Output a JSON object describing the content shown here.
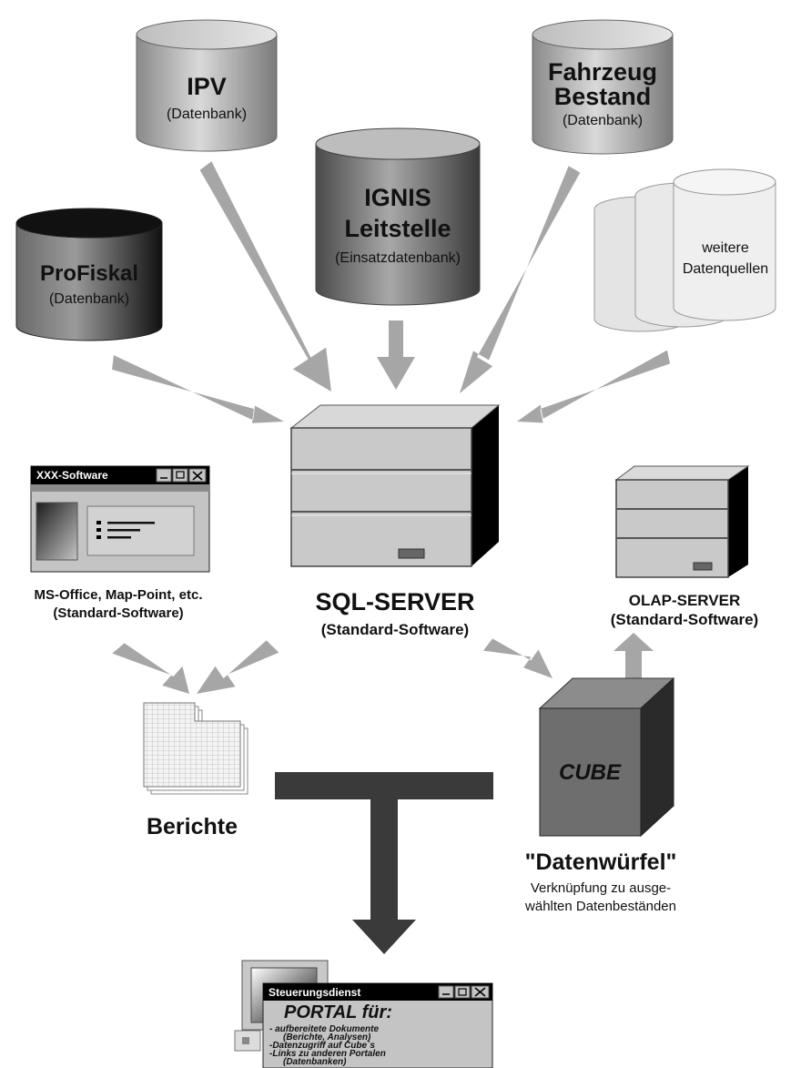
{
  "databases": {
    "ipv": {
      "name": "IPV",
      "type": "(Datenbank)"
    },
    "fahrzeug": {
      "name_line1": "Fahrzeug",
      "name_line2": "Bestand",
      "type": "(Datenbank)"
    },
    "ignis": {
      "name_line1": "IGNIS",
      "name_line2": "Leitstelle",
      "type": "(Einsatzdatenbank)"
    },
    "profiskal": {
      "name": "ProFiskal",
      "type": "(Datenbank)"
    },
    "weitere": {
      "line1": "weitere",
      "line2": "Datenquellen"
    }
  },
  "xxx_window": {
    "title": "XXX-Software",
    "caption_line1": "MS-Office, Map-Point, etc.",
    "caption_line2": "(Standard-Software)"
  },
  "sql_server": {
    "title": "SQL-SERVER",
    "subtitle": "(Standard-Software)"
  },
  "olap_server": {
    "title": "OLAP-SERVER",
    "subtitle": "(Standard-Software)"
  },
  "berichte": {
    "label": "Berichte"
  },
  "cube": {
    "face_label": "CUBE",
    "title": "\"Datenwürfel\"",
    "desc_line1": "Verknüpfung zu ausge-",
    "desc_line2": "wählten Datenbeständen"
  },
  "portal_window": {
    "title": "Steuerungsdienst",
    "heading": "PORTAL für:",
    "lines": [
      "- aufbereitete Dokumente",
      "(Berichte, Analysen)",
      "-Datenzugriff auf Cube`s",
      "-Links zu anderen Portalen",
      "(Datenbanken)"
    ]
  }
}
